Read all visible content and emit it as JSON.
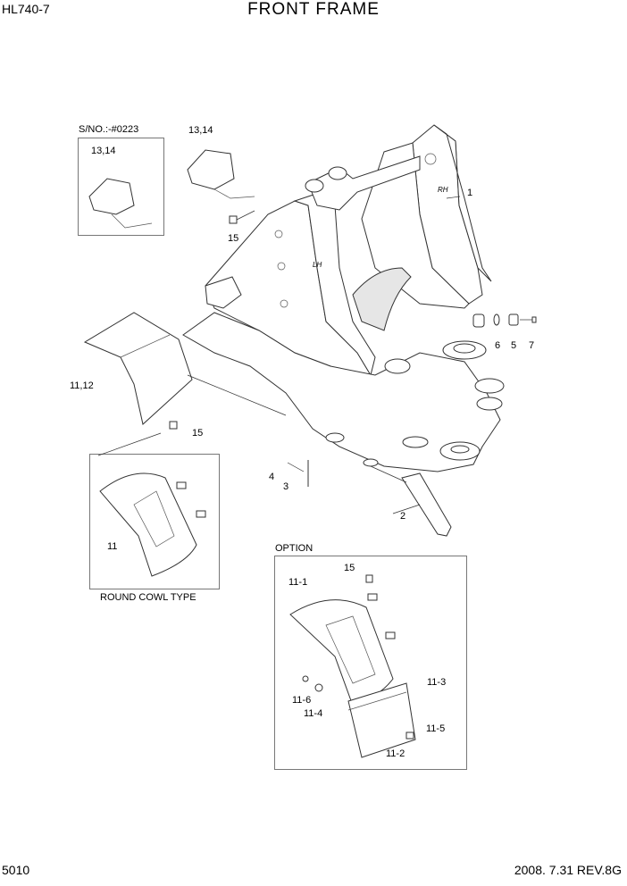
{
  "header": {
    "model": "HL740-7",
    "title": "FRONT FRAME"
  },
  "footer": {
    "page": "5010",
    "date_rev": "2008. 7.31  REV.8G"
  },
  "insets": {
    "serial": {
      "label": "S/NO.:-#0223",
      "part": "13,14"
    },
    "round_cowl": {
      "caption": "ROUND COWL TYPE",
      "part": "11"
    },
    "option": {
      "caption": "OPTION"
    }
  },
  "callouts": {
    "c1": "1",
    "c2": "2",
    "c3": "3",
    "c4": "4",
    "c5": "5",
    "c6": "6",
    "c7": "7",
    "c13_14": "13,14",
    "c15_top": "15",
    "c11_12": "11,12",
    "c15_mid": "15",
    "c15_opt": "15",
    "c11_1": "11-1",
    "c11_3": "11-3",
    "c11_6": "11-6",
    "c11_4": "11-4",
    "c11_5": "11-5",
    "c11_2": "11-2"
  },
  "frame_marks": {
    "rh": "RH",
    "lh": "LH"
  }
}
